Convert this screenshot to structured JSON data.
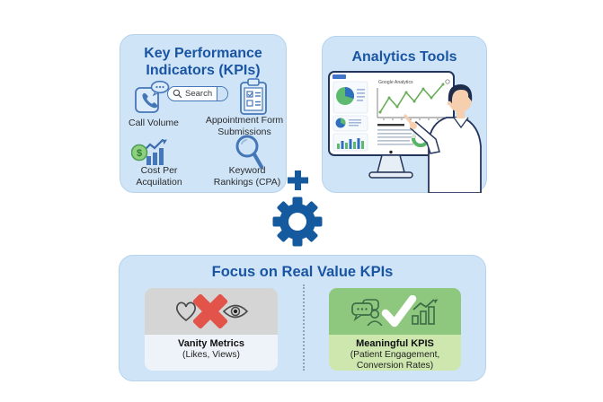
{
  "palette": {
    "panel_bg": "#cfe4f7",
    "panel_border": "#b6d3ee",
    "title_blue": "#1a55a3",
    "icon_blue": "#4577b8",
    "connector_blue": "#15599f",
    "vanity_gray": "#d5d5d6",
    "vanity_gray_light": "#eef3f9",
    "meaningful_green": "#8ec87e",
    "meaningful_green_light": "#cde7af",
    "red_x": "#e25349",
    "chart_green": "#5cb96f",
    "chart_blue": "#2f6fbd"
  },
  "icons": {
    "phone_bubble": "phone-with-speech-bubble",
    "search": "magnifier-in-search-field",
    "clipboard": "checklist-clipboard",
    "cost": "dollar-coin-with-growth-bars",
    "keyword": "magnifying-glass",
    "plus": "plus-sign",
    "gear": "settings-gear",
    "heart": "heart-outline",
    "cross": "red-x",
    "eye": "eye-outline",
    "chat_person": "chat-bubbles-with-person",
    "check": "white-checkmark",
    "growth": "bar-chart-with-rising-arrow"
  },
  "kpi_box": {
    "title": "Key Performance Indicators (KPIs)",
    "search": {
      "placeholder": "Search"
    },
    "items": {
      "call_volume": "Call Volume",
      "appointment": "Appointment Form Submissions",
      "cost": "Cost Per Acquilation",
      "keyword": "Keyword Rankings (CPA)"
    }
  },
  "analytics_box": {
    "title": "Analytics Tools",
    "screen": {
      "header": "Google Analytics"
    }
  },
  "focus_box": {
    "title": "Focus on Real Value KPIs",
    "vanity": {
      "title": "Vanity Metrics",
      "subtitle": "(Likes, Views)"
    },
    "meaningful": {
      "title": "Meaningful KPIS",
      "subtitle": "(Patient Engagement, Conversion Rates)"
    }
  }
}
